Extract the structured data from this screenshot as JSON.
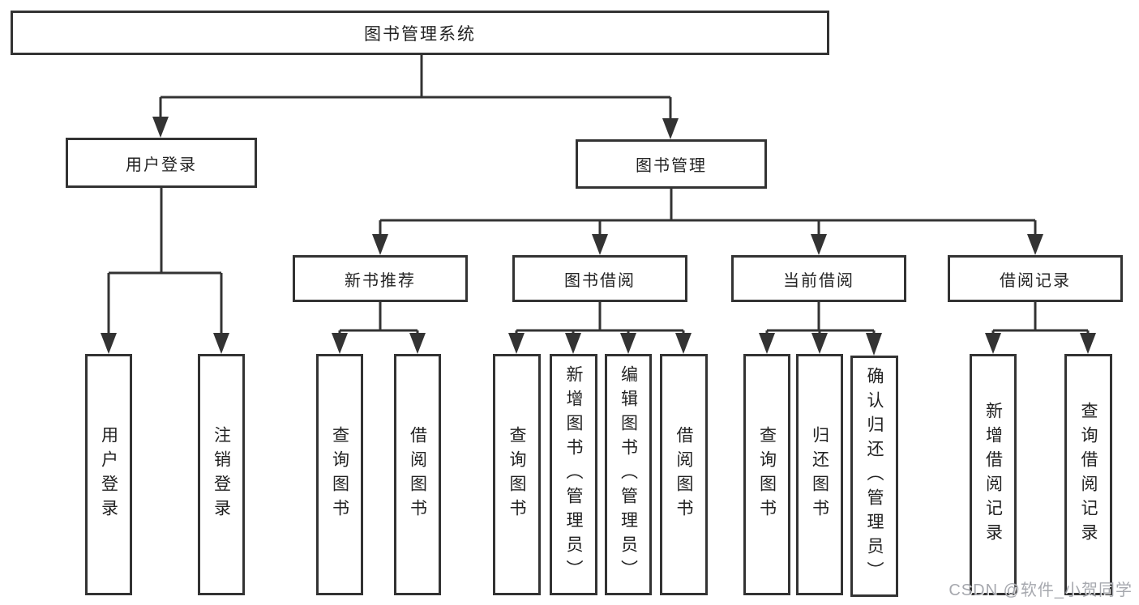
{
  "diagram_type": "hierarchy-tree",
  "colors": {
    "line": "#333333",
    "background": "#ffffff",
    "text": "#222222",
    "watermark": "#9699a0"
  },
  "tree": {
    "label": "图书管理系统",
    "children": [
      {
        "label": "用户登录",
        "children": [
          {
            "label": "用户登录"
          },
          {
            "label": "注销登录"
          }
        ]
      },
      {
        "label": "图书管理",
        "children": [
          {
            "label": "新书推荐",
            "children": [
              {
                "label": "查询图书"
              },
              {
                "label": "借阅图书"
              }
            ]
          },
          {
            "label": "图书借阅",
            "children": [
              {
                "label": "查询图书"
              },
              {
                "label": "新增图书（管理员）"
              },
              {
                "label": "编辑图书（管理员）"
              },
              {
                "label": "借阅图书"
              }
            ]
          },
          {
            "label": "当前借阅",
            "children": [
              {
                "label": "查询图书"
              },
              {
                "label": "归还图书"
              },
              {
                "label": "确认归还（管理员）"
              }
            ]
          },
          {
            "label": "借阅记录",
            "children": [
              {
                "label": "新增借阅记录"
              },
              {
                "label": "查询借阅记录"
              }
            ]
          }
        ]
      }
    ]
  },
  "watermark": {
    "text": "CSDN @软件_小贺同学"
  }
}
